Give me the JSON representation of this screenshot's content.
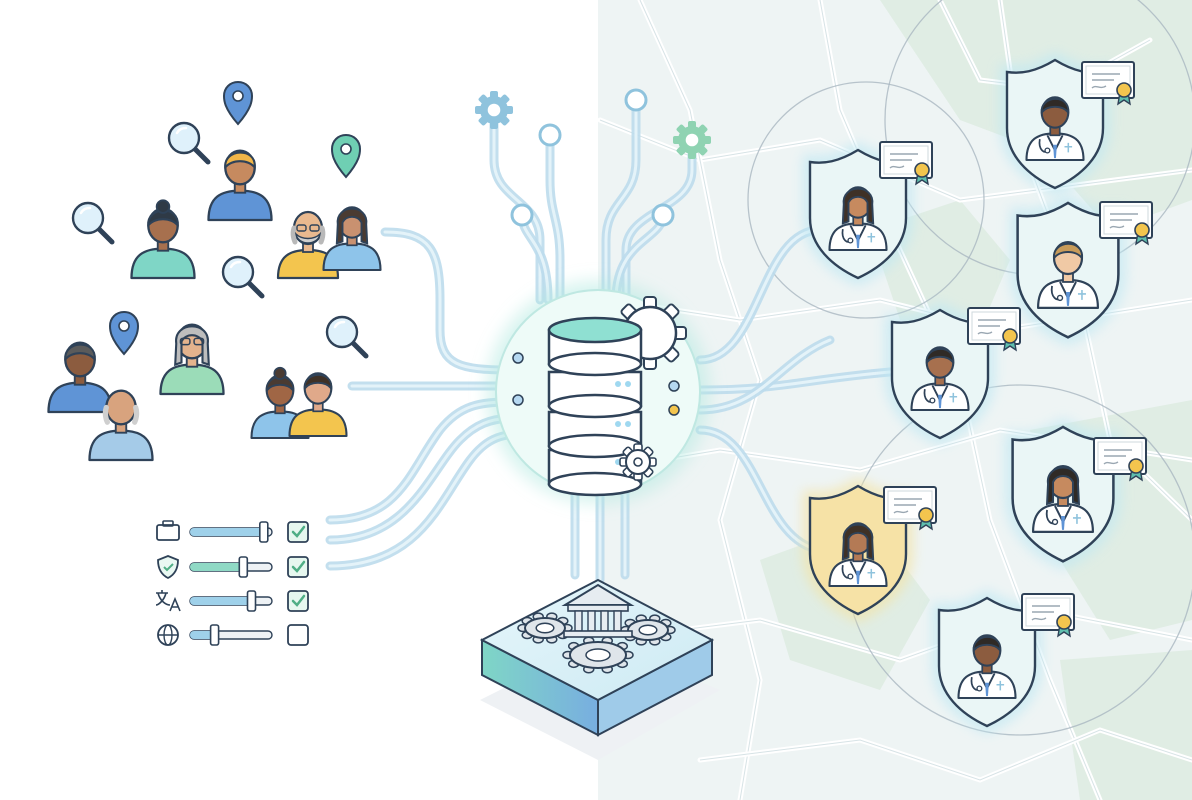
{
  "colors": {
    "background": "#ffffff",
    "map_land": "#eef4f4",
    "map_green": "#dcebe0",
    "map_roads": "#ffffff",
    "circuit": "#bcdcec",
    "circuit_dark": "#8fc3dd",
    "outline": "#2f4258",
    "accent_teal": "#7fd6c6",
    "accent_blue": "#78aee0",
    "accent_yellow": "#f3d27a",
    "shield_fill": "#eaf6f6",
    "shield_glow": "#bfe8f3",
    "shield_highlight": "#f6e2a6",
    "check_green": "#4fae85"
  },
  "diagram": {
    "left_group_label": "",
    "center_label": "",
    "right_group_label": "",
    "patients": [
      {
        "id": "patient-1",
        "skin": "#c68a5f",
        "hair": "#f1b648",
        "shirt": "#5f94d6"
      },
      {
        "id": "patient-2",
        "skin": "#a7704e",
        "hair": "#2f3a46",
        "shirt": "#7fd6c6"
      },
      {
        "id": "patient-3",
        "skin": "#e9b98f",
        "hair": "#b9b9b9",
        "shirt": "#f3c54e"
      },
      {
        "id": "patient-4",
        "skin": "#c99170",
        "hair": "#4a3b32",
        "shirt": "#8ec4ea"
      },
      {
        "id": "patient-5",
        "skin": "#e4b38d",
        "hair": "#bdbdbd",
        "shirt": "#9bdcb8"
      },
      {
        "id": "patient-6",
        "skin": "#8c5c3f",
        "hair": "#5b5b5b",
        "shirt": "#5f94d6"
      },
      {
        "id": "patient-7",
        "skin": "#d8a37e",
        "hair": "#cfcfcf",
        "shirt": "#a5cbe8"
      },
      {
        "id": "patient-8",
        "skin": "#a06645",
        "hair": "#4a3b32",
        "shirt": "#8ec4ea"
      },
      {
        "id": "patient-9",
        "skin": "#e0a98a",
        "hair": "#3f3126",
        "shirt": "#f3c54e"
      }
    ],
    "preference_filters": [
      {
        "icon": "briefcase-icon",
        "level": 0.9,
        "checked": true
      },
      {
        "icon": "shield-check-icon",
        "level": 0.65,
        "checked": true
      },
      {
        "icon": "translate-icon",
        "level": 0.75,
        "checked": true
      },
      {
        "icon": "globe-icon",
        "level": 0.3,
        "checked": false
      }
    ],
    "central_hub": {
      "icon": "database-server-icon"
    },
    "institution": {
      "icon": "bank-building-icon"
    },
    "providers": [
      {
        "id": "provider-1",
        "skin": "#c68a5f",
        "hair": "#3f3126",
        "highlighted": false
      },
      {
        "id": "provider-2",
        "skin": "#8c5c3f",
        "hair": "#2f2a26",
        "highlighted": false
      },
      {
        "id": "provider-3",
        "skin": "#f0c9a5",
        "hair": "#c89b5a",
        "highlighted": false
      },
      {
        "id": "provider-4",
        "skin": "#a7704e",
        "hair": "#2f2a26",
        "highlighted": false
      },
      {
        "id": "provider-5",
        "skin": "#c68a5f",
        "hair": "#2f2a26",
        "highlighted": false
      },
      {
        "id": "provider-6",
        "skin": "#b47a55",
        "hair": "#3f3126",
        "highlighted": true
      },
      {
        "id": "provider-7",
        "skin": "#8c5c3f",
        "hair": "#2f2a26",
        "highlighted": false
      }
    ]
  }
}
